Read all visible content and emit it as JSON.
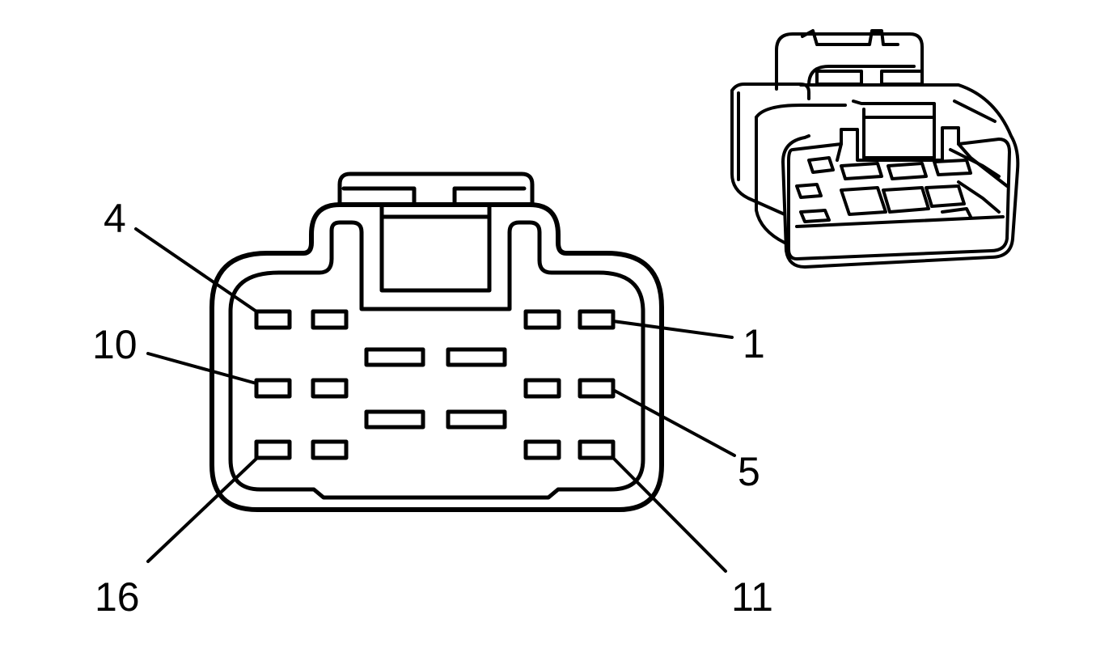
{
  "diagram": {
    "line_color": "#000000",
    "background_color": "#ffffff",
    "pin_labels": {
      "p4": "4",
      "p10": "10",
      "p16": "16",
      "p1": "1",
      "p5": "5",
      "p11": "11"
    }
  }
}
